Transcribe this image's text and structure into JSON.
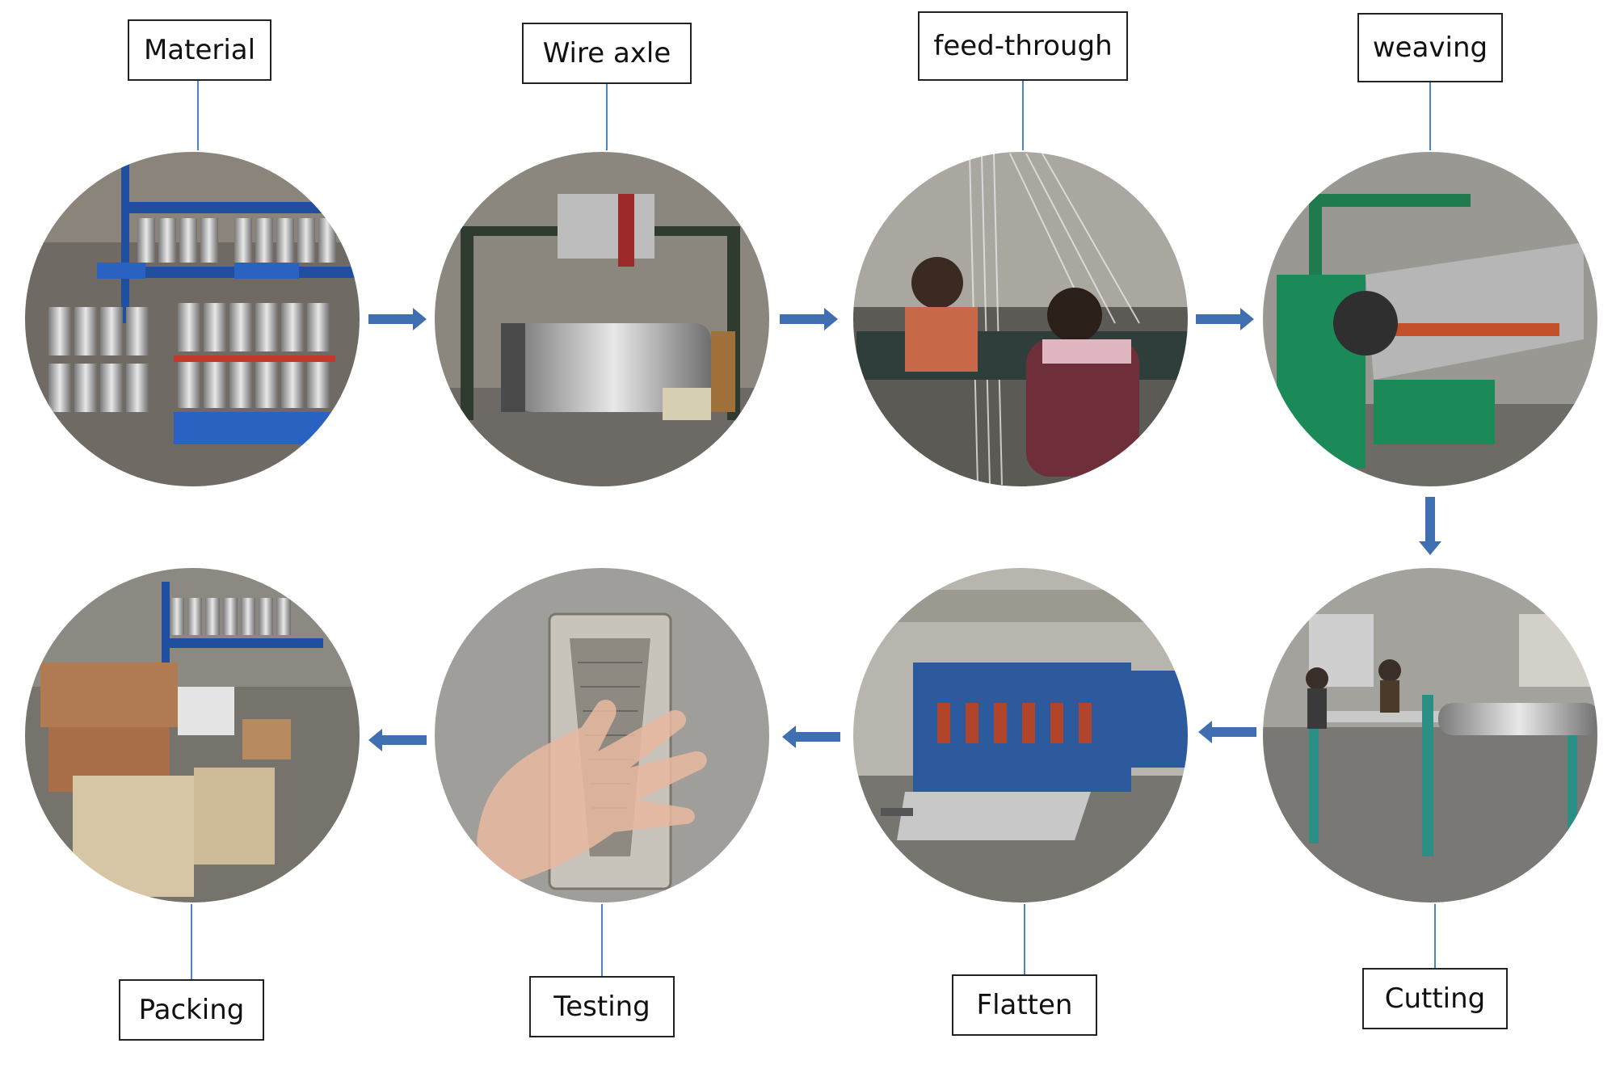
{
  "steps": [
    {
      "id": "material",
      "label": "Material",
      "photo": "spools of stainless steel wire on blue racks"
    },
    {
      "id": "wire-axle",
      "label": "Wire axle",
      "photo": "wire warping beam machine"
    },
    {
      "id": "feed-through",
      "label": "feed-through",
      "photo": "workers threading wires through loom"
    },
    {
      "id": "weaving",
      "label": "weaving",
      "photo": "green weaving loom machine"
    },
    {
      "id": "cutting",
      "label": "Cutting",
      "photo": "mesh cutting table in workshop"
    },
    {
      "id": "flatten",
      "label": "Flatten",
      "photo": "blue flattening press machine"
    },
    {
      "id": "testing",
      "label": "Testing",
      "photo": "hand holding transparent mesh density gauge"
    },
    {
      "id": "packing",
      "label": "Packing",
      "photo": "wooden crates and cartons in warehouse"
    }
  ],
  "colors": {
    "arrow": "#3f6fb0",
    "connector": "#4a86c5",
    "box_border": "#222222",
    "text": "#111111"
  }
}
